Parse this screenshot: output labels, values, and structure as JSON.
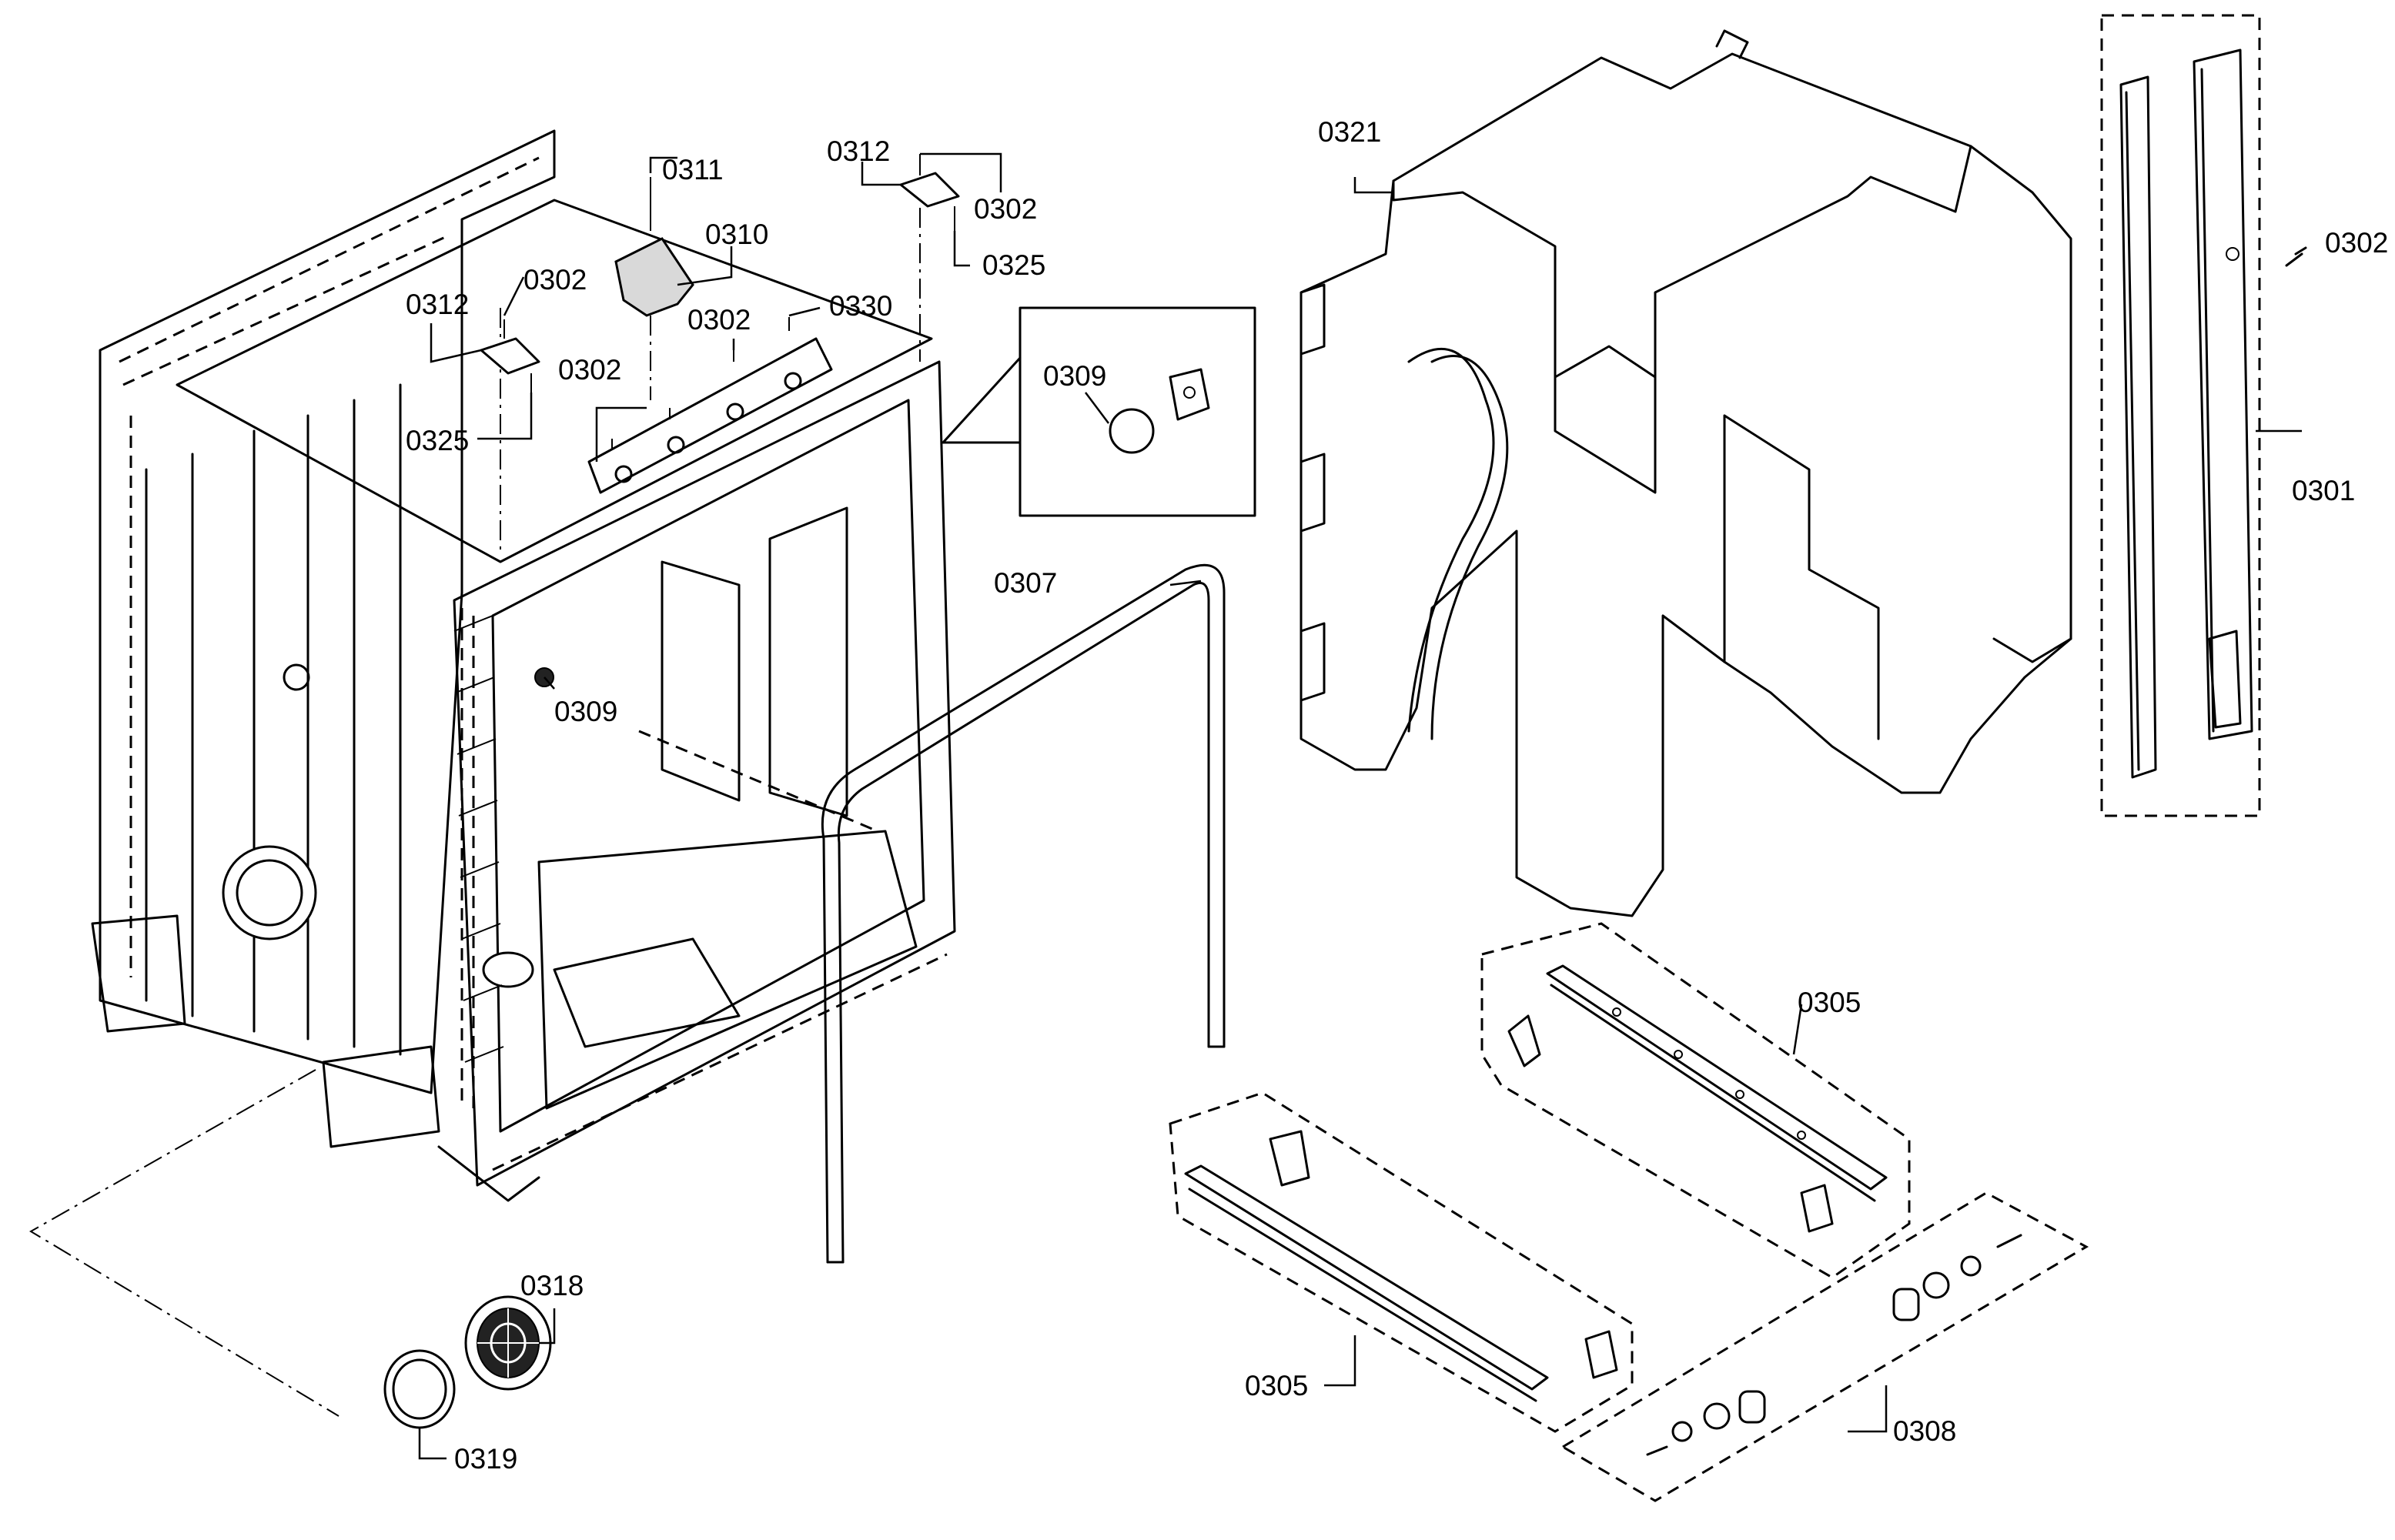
{
  "callouts": {
    "c0301": "0301",
    "c0302_a": "0302",
    "c0302_b": "0302",
    "c0302_c": "0302",
    "c0302_d": "0302",
    "c0302_e": "0302",
    "c0305_a": "0305",
    "c0305_b": "0305",
    "c0307": "0307",
    "c0308": "0308",
    "c0309_a": "0309",
    "c0309_b": "0309",
    "c0310": "0310",
    "c0311": "0311",
    "c0312_a": "0312",
    "c0312_b": "0312",
    "c0318": "0318",
    "c0319": "0319",
    "c0321": "0321",
    "c0325_a": "0325",
    "c0325_b": "0325",
    "c0330": "0330"
  }
}
